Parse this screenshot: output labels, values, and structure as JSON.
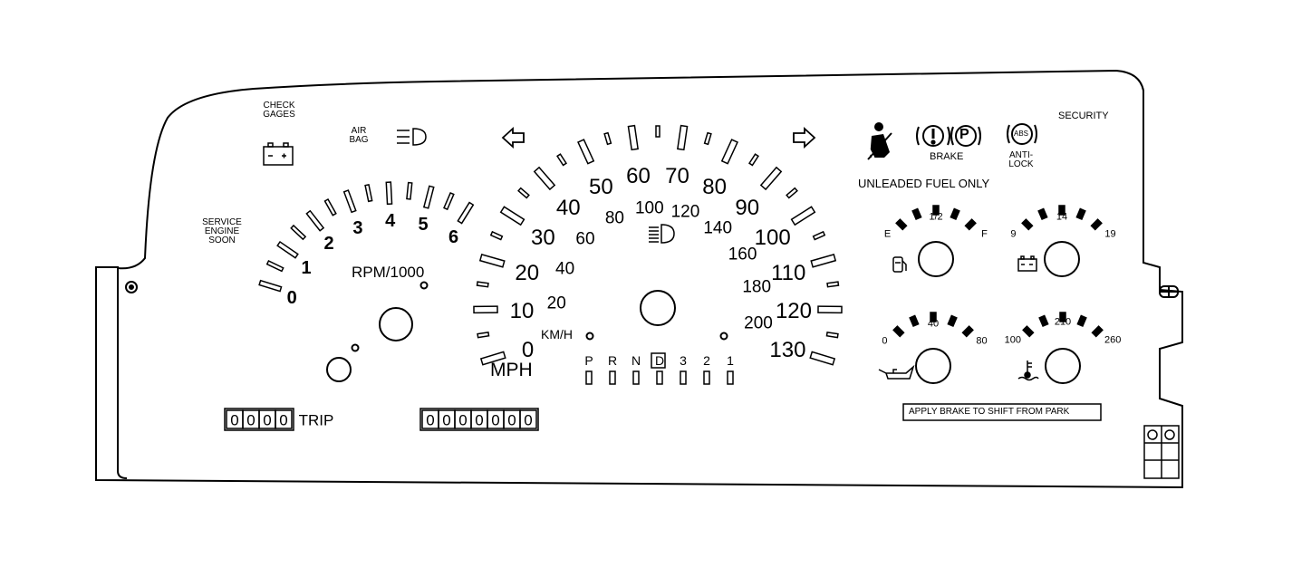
{
  "warnings": {
    "check_gages": [
      "CHECK",
      "GAGES"
    ],
    "air_bag": [
      "AIR",
      "BAG"
    ],
    "service_engine_soon": [
      "SERVICE",
      "ENGINE",
      "SOON"
    ],
    "brake": "BRAKE",
    "abs_icon_text": "ABS",
    "anti_lock": [
      "ANTI-",
      "LOCK"
    ],
    "security": "SECURITY",
    "unleaded": "UNLEADED FUEL ONLY",
    "apply_brake": "APPLY BRAKE TO SHIFT FROM PARK"
  },
  "tachometer": {
    "unit": "RPM/1000",
    "labels": [
      "0",
      "1",
      "2",
      "3",
      "4",
      "5",
      "6"
    ]
  },
  "speedometer": {
    "unit_mph": "MPH",
    "unit_kmh": "KM/H",
    "mph_labels": [
      "0",
      "10",
      "20",
      "30",
      "40",
      "50",
      "60",
      "70",
      "80",
      "90",
      "100",
      "110",
      "120",
      "130"
    ],
    "kmh_labels": [
      "20",
      "40",
      "60",
      "80",
      "100",
      "120",
      "140",
      "160",
      "180",
      "200"
    ]
  },
  "gear": {
    "positions": [
      "P",
      "R",
      "N",
      "D",
      "3",
      "2",
      "1"
    ],
    "boxed": "D"
  },
  "fuel_gauge": {
    "labels": [
      "E",
      "1/2",
      "F"
    ]
  },
  "volt_gauge": {
    "labels": [
      "9",
      "14",
      "19"
    ]
  },
  "oil_gauge": {
    "labels": [
      "0",
      "40",
      "80"
    ]
  },
  "temp_gauge": {
    "labels": [
      "100",
      "210",
      "260"
    ]
  },
  "trip": {
    "digits": [
      "0",
      "0",
      "0",
      "0"
    ],
    "label": "TRIP"
  },
  "odometer": {
    "digits": [
      "0",
      "0",
      "0",
      "0",
      "0",
      "0",
      "0"
    ]
  },
  "icons": [
    "battery-icon",
    "fog-lamp-icon",
    "left-turn-arrow-icon",
    "right-turn-arrow-icon",
    "seatbelt-icon",
    "brake-warning-icon",
    "park-brake-icon",
    "abs-icon",
    "headlamp-icon",
    "fuel-pump-icon",
    "oil-can-icon",
    "coolant-temp-icon"
  ]
}
